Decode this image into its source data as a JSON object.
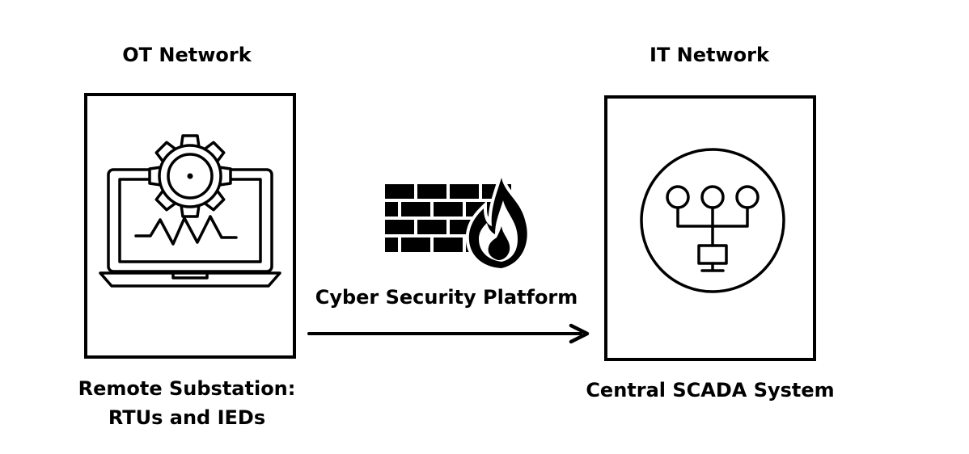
{
  "ot_network": {
    "heading": "OT Network",
    "caption_line1": "Remote Substation:",
    "caption_line2": "RTUs and IEDs",
    "icon": "laptop-gear-icon"
  },
  "it_network": {
    "heading": "IT Network",
    "caption": "Central SCADA System",
    "icon": "network-hub-icon"
  },
  "security": {
    "label": "Cyber Security Platform",
    "icon": "firewall-icon"
  },
  "colors": {
    "line": "#000000",
    "background": "#ffffff"
  }
}
